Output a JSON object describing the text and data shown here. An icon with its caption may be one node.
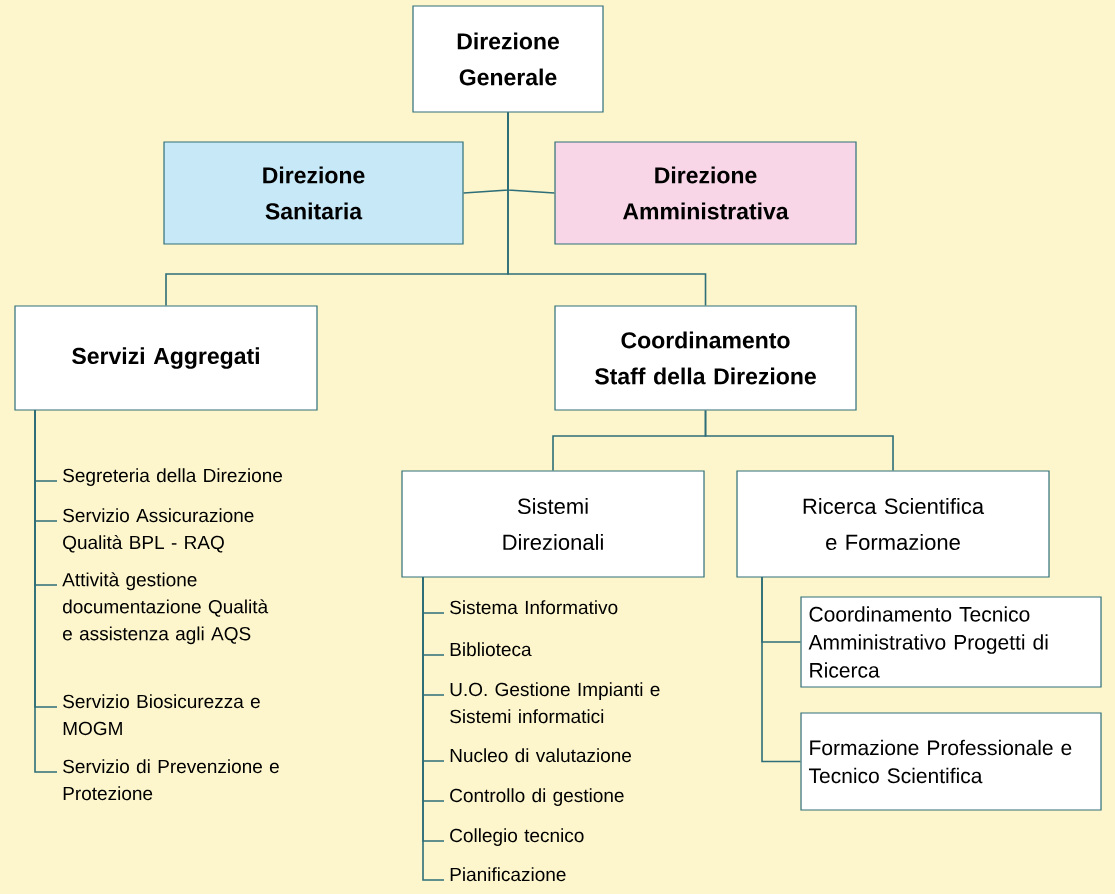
{
  "diagram": {
    "nodes": [
      {
        "text": [
          "Direzione Generale"
        ]
      },
      {
        "text": [
          "Direzione Sanitaria"
        ]
      },
      {
        "text": [
          "Direzione Amministrativa"
        ]
      },
      {
        "text": [
          "Servizi Aggregati"
        ]
      },
      {
        "text": [
          "Coordinamento Staff della Direzione"
        ]
      },
      {
        "text": [
          "Sistemi Direzionali"
        ]
      },
      {
        "text": [
          "Ricerca Scientifica e Formazione"
        ]
      },
      {
        "text": [
          "Coordinamento Tecnico Amministrativo Progetti di Ricerca"
        ]
      },
      {
        "text": [
          "Formazione Professionale e Tecnico Scientifica"
        ]
      },
      {
        "text": [
          "Segreteria della Direzione"
        ]
      },
      {
        "text": [
          "Servizio Assicurazione Qualità BPL - RAQ"
        ]
      },
      {
        "text": [
          "Attività gestione documentazione Qualità e assistenza agli AQS"
        ]
      },
      {
        "text": [
          "Servizio Biosicurezza e MOGM"
        ]
      },
      {
        "text": [
          "Servizio di Prevenzione e Protezione"
        ]
      },
      {
        "text": [
          "Sistema Informativo"
        ]
      },
      {
        "text": [
          "Biblioteca"
        ]
      },
      {
        "text": [
          "U.O. Gestione Impianti e Sistemi informatici"
        ]
      },
      {
        "text": [
          "Nucleo di valutazione"
        ]
      },
      {
        "text": [
          "Controllo di gestione"
        ]
      },
      {
        "text": [
          "Collegio tecnico"
        ]
      },
      {
        "text": [
          "Pianificazione"
        ]
      }
    ],
    "edges": [
      {
        "from": 0,
        "to": 1,
        "arrow": "none"
      },
      {
        "from": 0,
        "to": 2,
        "arrow": "none"
      },
      {
        "from": 0,
        "to": 3,
        "arrow": "none"
      },
      {
        "from": 0,
        "to": 4,
        "arrow": "none"
      },
      {
        "from": 4,
        "to": 5,
        "arrow": "none"
      },
      {
        "from": 4,
        "to": 6,
        "arrow": "none"
      },
      {
        "from": 6,
        "to": 7,
        "arrow": "none"
      },
      {
        "from": 6,
        "to": 8,
        "arrow": "none"
      },
      {
        "from": 3,
        "to": 9,
        "arrow": "none"
      },
      {
        "from": 3,
        "to": 10,
        "arrow": "none"
      },
      {
        "from": 3,
        "to": 11,
        "arrow": "none"
      },
      {
        "from": 3,
        "to": 12,
        "arrow": "none"
      },
      {
        "from": 3,
        "to": 13,
        "arrow": "none"
      },
      {
        "from": 5,
        "to": 14,
        "arrow": "none"
      },
      {
        "from": 5,
        "to": 15,
        "arrow": "none"
      },
      {
        "from": 5,
        "to": 16,
        "arrow": "none"
      },
      {
        "from": 5,
        "to": 17,
        "arrow": "none"
      },
      {
        "from": 5,
        "to": 18,
        "arrow": "none"
      },
      {
        "from": 5,
        "to": 19,
        "arrow": "none"
      },
      {
        "from": 5,
        "to": 20,
        "arrow": "none"
      }
    ]
  }
}
